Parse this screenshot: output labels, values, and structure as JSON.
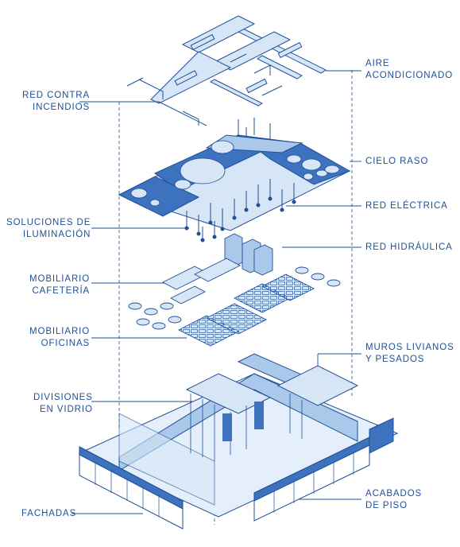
{
  "colors": {
    "line": "#1f4f96",
    "fill_light": "#d6e6f7",
    "fill_mid": "#a9c8ea",
    "fill_dark": "#3d72bf",
    "floor": "#e4effb"
  },
  "labels": {
    "aire": [
      "AIRE",
      "ACONDICIONADO"
    ],
    "red_incendios": [
      "RED CONTRA",
      "INCENDIOS"
    ],
    "cielo_raso": [
      "CIELO RASO"
    ],
    "red_electrica": [
      "RED ELÉCTRICA"
    ],
    "iluminacion": [
      "SOLUCIONES DE",
      "ILUMINACIÓN"
    ],
    "red_hidraulica": [
      "RED HIDRÁULICA"
    ],
    "mob_cafeteria": [
      "MOBILIARIO",
      "CAFETERÍA"
    ],
    "mob_oficinas": [
      "MOBILIARIO",
      "OFICINAS"
    ],
    "muros": [
      "MUROS LIVIANOS",
      "Y PESADOS"
    ],
    "divisiones": [
      "DIVISIONES",
      "EN VIDRIO"
    ],
    "acabados": [
      "ACABADOS",
      "DE PISO"
    ],
    "fachadas": [
      "FACHADAS"
    ]
  },
  "icons": [
    "hvac-duct-icon",
    "sprinkler-pipe-icon",
    "ceiling-panel-icon",
    "light-fixture-icon",
    "desk-cluster-icon",
    "table-chair-icon",
    "glass-partition-icon",
    "facade-window-icon"
  ]
}
